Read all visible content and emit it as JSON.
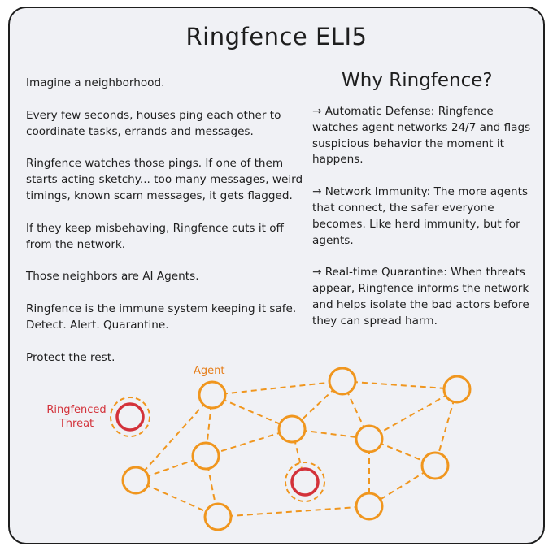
{
  "title": "Ringfence ELI5",
  "left_paragraphs": [
    "Imagine a neighborhood.",
    "Every few seconds, houses ping each other to coordinate tasks, errands and messages.",
    "Ringfence watches those pings. If one of them starts acting sketchy... too many messages, weird timings, known scam messages, it gets flagged.",
    "If they keep misbehaving, Ringfence cuts it off from the network.",
    "Those neighbors are AI Agents.",
    "Ringfence is the immune system keeping it safe. Detect. Alert. Quarantine.",
    "Protect the rest."
  ],
  "right_heading": "Why Ringfence?",
  "right_paragraphs": [
    "→ Automatic Defense: Ringfence watches agent networks 24/7 and flags suspicious behavior the moment it happens.",
    "→ Network Immunity: The more agents that connect, the safer everyone becomes. Like herd immunity, but for agents.",
    "→ Real-time Quarantine: When threats appear, Ringfence informs the network and helps isolate the bad actors before they can spread harm."
  ],
  "diagram": {
    "agent_label": "Agent",
    "threat_label_line1": "Ringfenced",
    "threat_label_line2": "Threat",
    "agent_color": "#f0961e",
    "threat_color": "#d3323a"
  }
}
